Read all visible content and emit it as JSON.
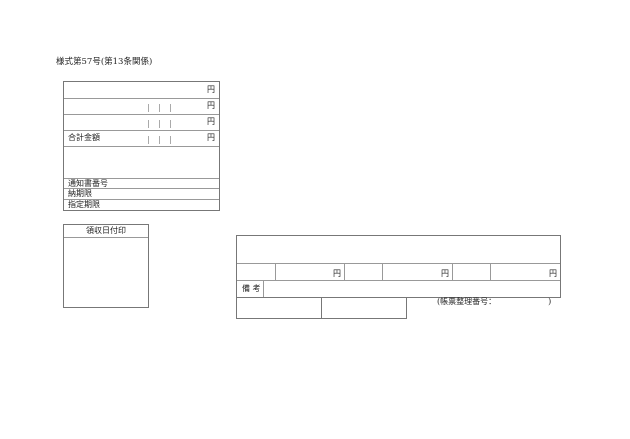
{
  "form_title": "様式第57号(第13条関係)",
  "left_table": {
    "yen": "円",
    "total_label": "合計金額",
    "notice_number_label": "通知書番号",
    "payment_deadline_label": "納期限",
    "designated_deadline_label": "指定期限"
  },
  "receipt_stamp": {
    "label": "領収日付印"
  },
  "right_table": {
    "yen": "円",
    "remarks_label": "備 考",
    "ledger_number": "(帳票整理番号：　　　　　　　)"
  }
}
